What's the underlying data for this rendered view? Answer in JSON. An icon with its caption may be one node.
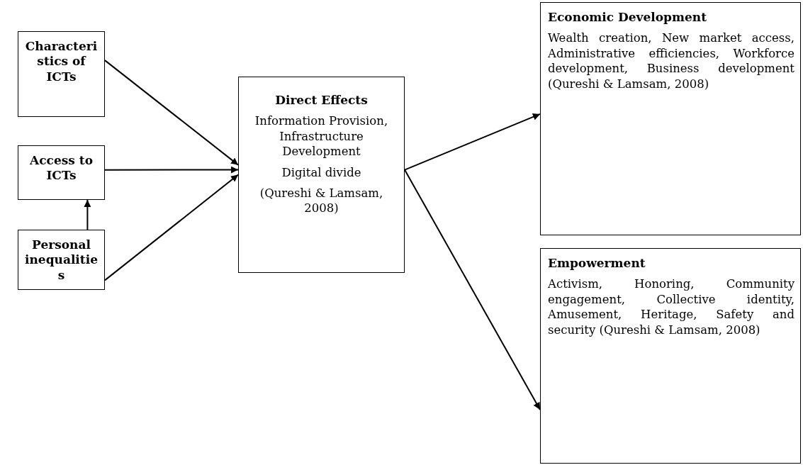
{
  "diagram": {
    "nodes": [
      {
        "text": [
          "Characteristics of ICTs"
        ]
      },
      {
        "text": [
          "Access to ICTs"
        ]
      },
      {
        "text": [
          "Personal inequalities"
        ]
      },
      {
        "text": [
          "Direct Effects",
          "Information Provision, Infrastructure Development",
          "Digital divide",
          "(Qureshi & Lamsam, 2008)"
        ]
      },
      {
        "text": [
          "Economic Development",
          "Wealth creation, New market access, Administrative efficiencies, Workforce development, Business development (Qureshi & Lamsam, 2008)"
        ]
      },
      {
        "text": [
          "Empowerment",
          "Activism, Honoring, Community engagement, Collective identity, Amusement, Heritage, Safety and security (Qureshi & Lamsam, 2008)"
        ]
      }
    ],
    "edges": [
      {
        "from": 0,
        "to": 3,
        "arrow": "to"
      },
      {
        "from": 1,
        "to": 3,
        "arrow": "to"
      },
      {
        "from": 2,
        "to": 3,
        "arrow": "to"
      },
      {
        "from": 2,
        "to": 1,
        "arrow": "to"
      },
      {
        "from": 3,
        "to": 4,
        "arrow": "to"
      },
      {
        "from": 3,
        "to": 5,
        "arrow": "to"
      }
    ]
  }
}
